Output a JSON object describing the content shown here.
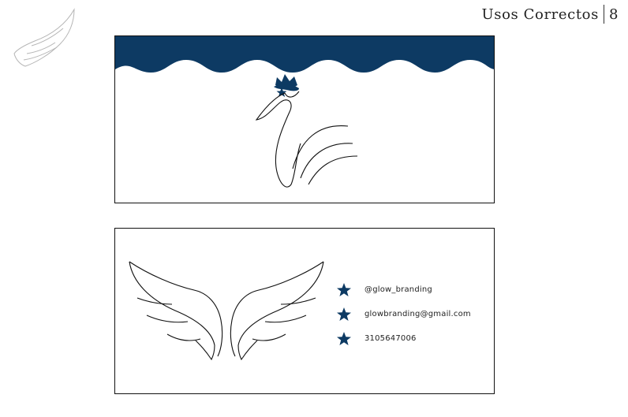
{
  "header": {
    "title": "Usos Correctos",
    "page_number": "8"
  },
  "colors": {
    "navy": "#0d3a63",
    "line": "#111111",
    "wing_gray": "#b5b5b5"
  },
  "icons": {
    "corner": "wing-icon",
    "contact": "star-icon"
  },
  "card_back": {
    "contacts": [
      {
        "label": "@glow_branding"
      },
      {
        "label": "glowbranding@gmail.com"
      },
      {
        "label": "3105647006"
      }
    ]
  }
}
